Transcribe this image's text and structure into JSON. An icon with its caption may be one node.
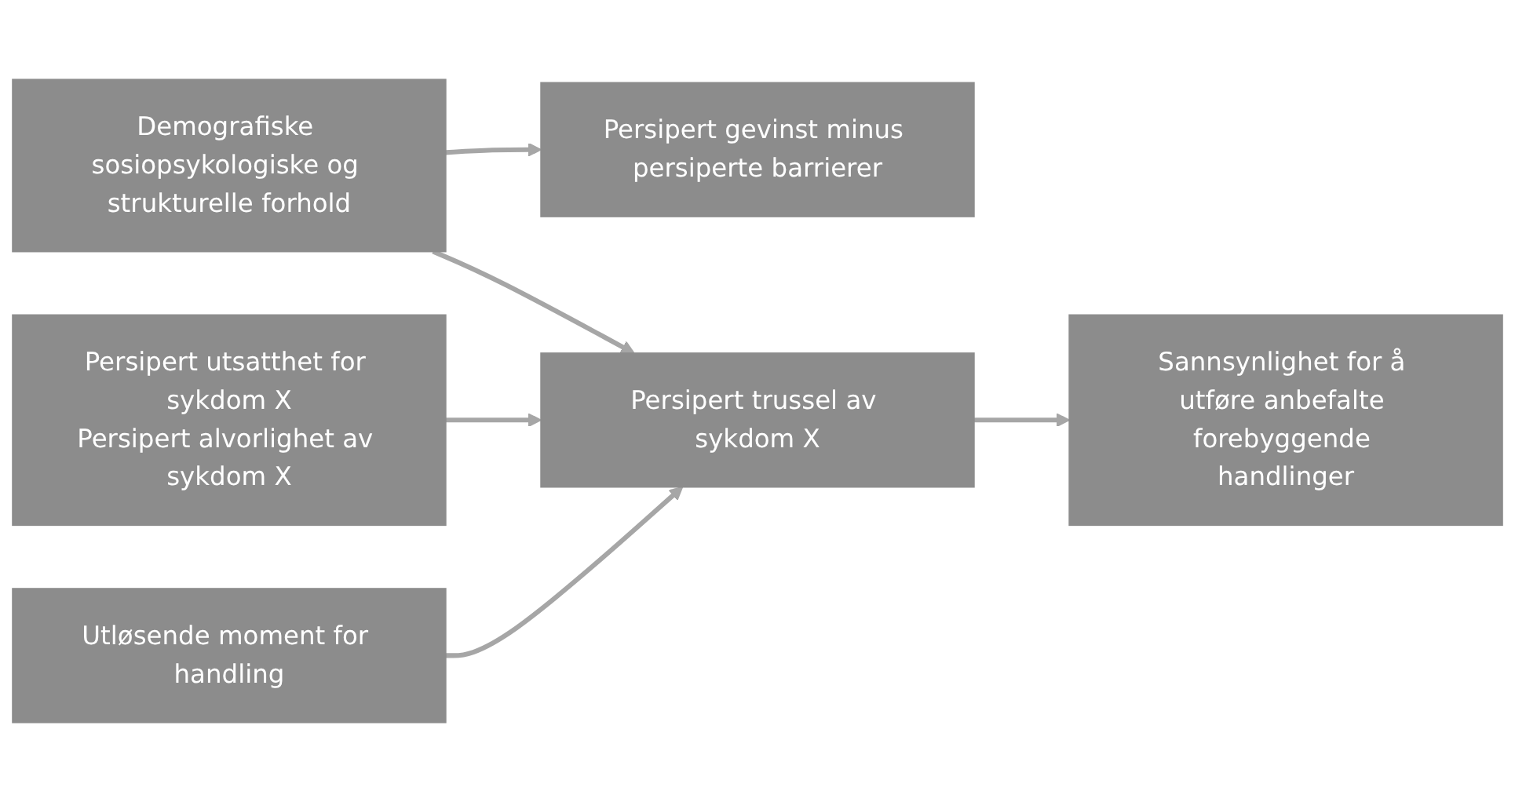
{
  "diagram": {
    "nodes": [
      {
        "text": [
          "Demografiske sosiopsykologiske og strukturelle forhold"
        ]
      },
      {
        "text": [
          "Persipert gevinst minus persiperte barrierer"
        ]
      },
      {
        "text": [
          "Persipert utsatthet for sykdom X",
          "Persipert alvorlighet av sykdom X"
        ]
      },
      {
        "text": [
          "Persipert trussel av sykdom X"
        ]
      },
      {
        "text": [
          "Sannsynlighet for å utføre anbefalte forebyggende handlinger"
        ]
      },
      {
        "text": [
          "Utløsende moment for handling"
        ]
      }
    ],
    "edges": [
      {
        "from": 0,
        "to": 1,
        "arrow": "to"
      },
      {
        "from": 0,
        "to": 3,
        "arrow": "to"
      },
      {
        "from": 2,
        "to": 3,
        "arrow": "to"
      },
      {
        "from": 3,
        "to": 4,
        "arrow": "to"
      },
      {
        "from": 5,
        "to": 3,
        "arrow": "to"
      }
    ]
  }
}
